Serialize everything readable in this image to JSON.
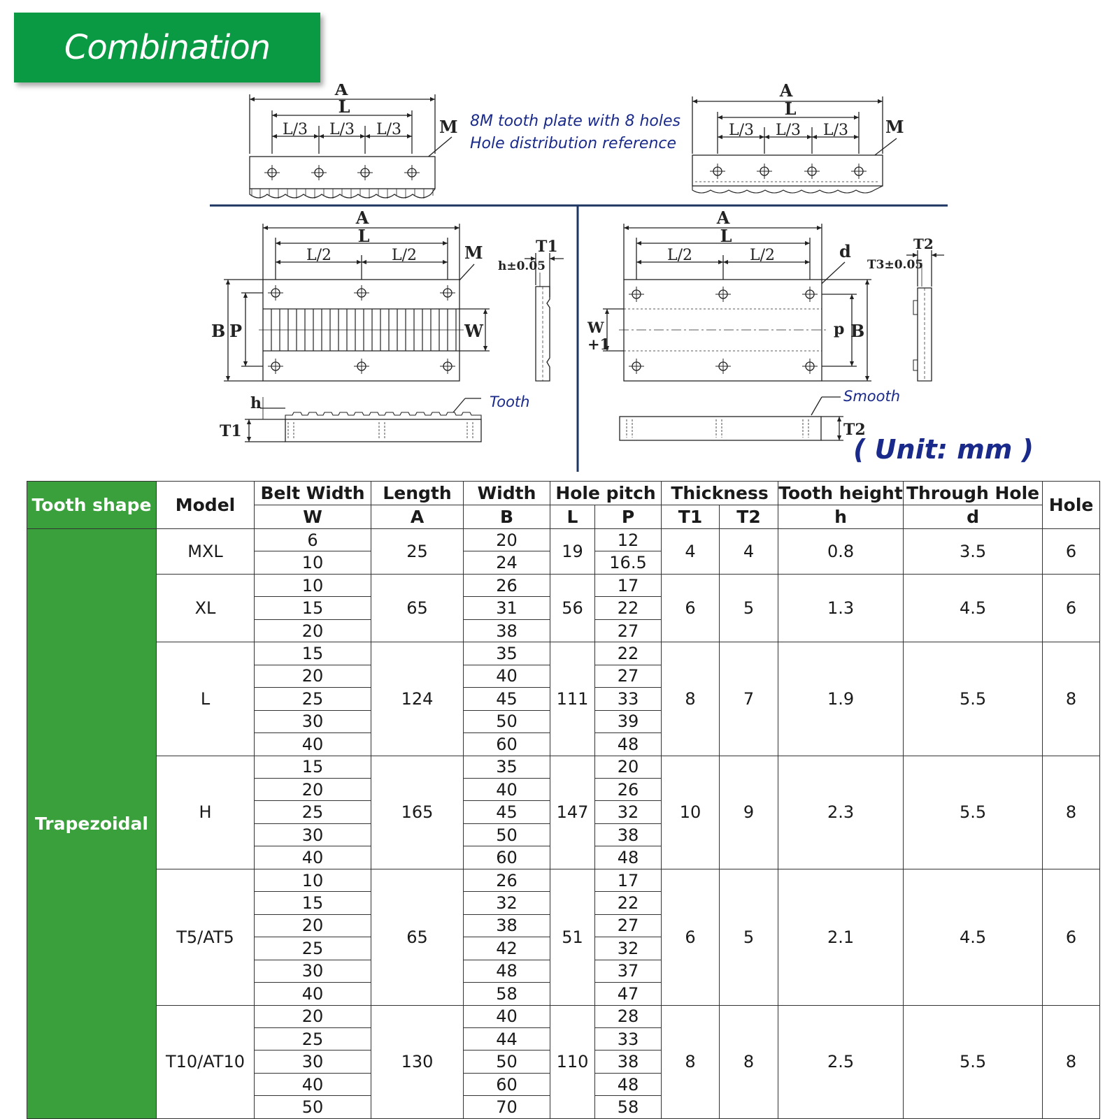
{
  "title": "Combination (A+B)",
  "colors": {
    "title_green": "#0a9a43",
    "table_green": "#3aa03c",
    "annotation_blue": "#1a2a8a"
  },
  "drawing": {
    "labels": {
      "A": "A",
      "L": "L",
      "L3": "L/3",
      "L2": "L/2",
      "M": "M",
      "B": "B",
      "P": "P",
      "p": "p",
      "W": "W",
      "W1": "W",
      "plus1": "+1",
      "T1": "T1",
      "T2": "T2",
      "h_tol": "h±0.05",
      "T3_tol": "T3±0.05",
      "h": "h",
      "d": "d"
    },
    "note_line1": "8M tooth plate with 8 holes",
    "note_line2": "Hole distribution reference",
    "tooth": "Tooth",
    "smooth": "Smooth",
    "unit": "( Unit: mm )"
  },
  "table": {
    "headers": {
      "tooth_shape": "Tooth shape",
      "model": "Model",
      "belt_width": "Belt Width",
      "w": "W",
      "length": "Length",
      "a": "A",
      "width": "Width",
      "b": "B",
      "hole_pitch": "Hole pitch",
      "l": "L",
      "p": "P",
      "thickness": "Thickness",
      "t1": "T1",
      "t2": "T2",
      "tooth_height": "Tooth height",
      "h": "h",
      "through_hole": "Through Hole",
      "d": "d",
      "hole": "Hole"
    },
    "tooth_shape_value": "Trapezoidal",
    "groups": [
      {
        "model": "MXL",
        "A": "25",
        "L": "19",
        "T1": "4",
        "T2": "4",
        "h": "0.8",
        "d": "3.5",
        "hole": "6",
        "rows": [
          {
            "W": "6",
            "B": "20",
            "P": "12"
          },
          {
            "W": "10",
            "B": "24",
            "P": "16.5"
          }
        ]
      },
      {
        "model": "XL",
        "A": "65",
        "L": "56",
        "T1": "6",
        "T2": "5",
        "h": "1.3",
        "d": "4.5",
        "hole": "6",
        "rows": [
          {
            "W": "10",
            "B": "26",
            "P": "17"
          },
          {
            "W": "15",
            "B": "31",
            "P": "22"
          },
          {
            "W": "20",
            "B": "38",
            "P": "27"
          }
        ]
      },
      {
        "model": "L",
        "A": "124",
        "L": "111",
        "T1": "8",
        "T2": "7",
        "h": "1.9",
        "d": "5.5",
        "hole": "8",
        "rows": [
          {
            "W": "15",
            "B": "35",
            "P": "22"
          },
          {
            "W": "20",
            "B": "40",
            "P": "27"
          },
          {
            "W": "25",
            "B": "45",
            "P": "33"
          },
          {
            "W": "30",
            "B": "50",
            "P": "39"
          },
          {
            "W": "40",
            "B": "60",
            "P": "48"
          }
        ]
      },
      {
        "model": "H",
        "A": "165",
        "L": "147",
        "T1": "10",
        "T2": "9",
        "h": "2.3",
        "d": "5.5",
        "hole": "8",
        "rows": [
          {
            "W": "15",
            "B": "35",
            "P": "20"
          },
          {
            "W": "20",
            "B": "40",
            "P": "26"
          },
          {
            "W": "25",
            "B": "45",
            "P": "32"
          },
          {
            "W": "30",
            "B": "50",
            "P": "38"
          },
          {
            "W": "40",
            "B": "60",
            "P": "48"
          }
        ]
      },
      {
        "model": "T5/AT5",
        "A": "65",
        "L": "51",
        "T1": "6",
        "T2": "5",
        "h": "2.1",
        "d": "4.5",
        "hole": "6",
        "rows": [
          {
            "W": "10",
            "B": "26",
            "P": "17"
          },
          {
            "W": "15",
            "B": "32",
            "P": "22"
          },
          {
            "W": "20",
            "B": "38",
            "P": "27"
          },
          {
            "W": "25",
            "B": "42",
            "P": "32"
          },
          {
            "W": "30",
            "B": "48",
            "P": "37"
          },
          {
            "W": "40",
            "B": "58",
            "P": "47"
          }
        ]
      },
      {
        "model": "T10/AT10",
        "A": "130",
        "L": "110",
        "T1": "8",
        "T2": "8",
        "h": "2.5",
        "d": "5.5",
        "hole": "8",
        "rows": [
          {
            "W": "20",
            "B": "40",
            "P": "28"
          },
          {
            "W": "25",
            "B": "44",
            "P": "33"
          },
          {
            "W": "30",
            "B": "50",
            "P": "38"
          },
          {
            "W": "40",
            "B": "60",
            "P": "48"
          },
          {
            "W": "50",
            "B": "70",
            "P": "58"
          }
        ]
      }
    ]
  }
}
